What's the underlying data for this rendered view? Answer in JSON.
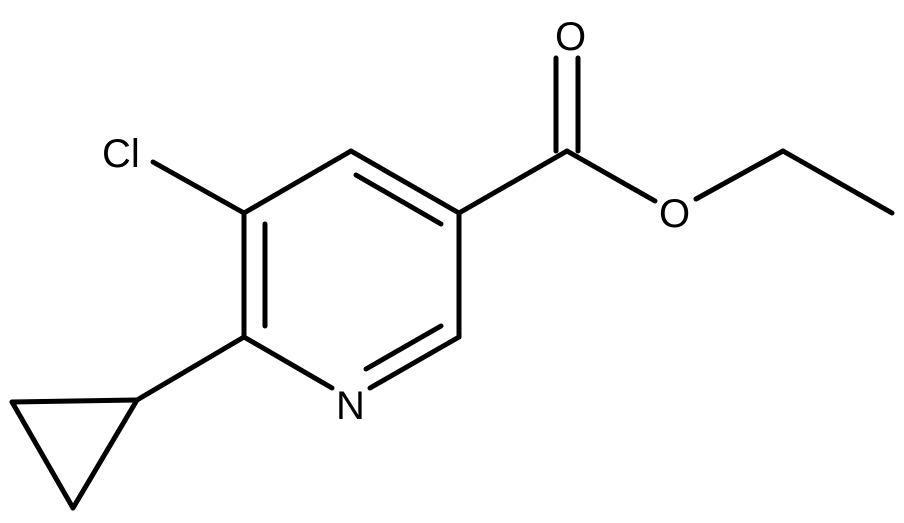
{
  "molecule": {
    "atom_labels": {
      "chlorine": "Cl",
      "nitrogen": "N",
      "carbonyl_oxygen": "O",
      "ester_oxygen": "O"
    },
    "colors": {
      "bond": "#000000",
      "label": "#000000",
      "background": "#ffffff"
    }
  }
}
